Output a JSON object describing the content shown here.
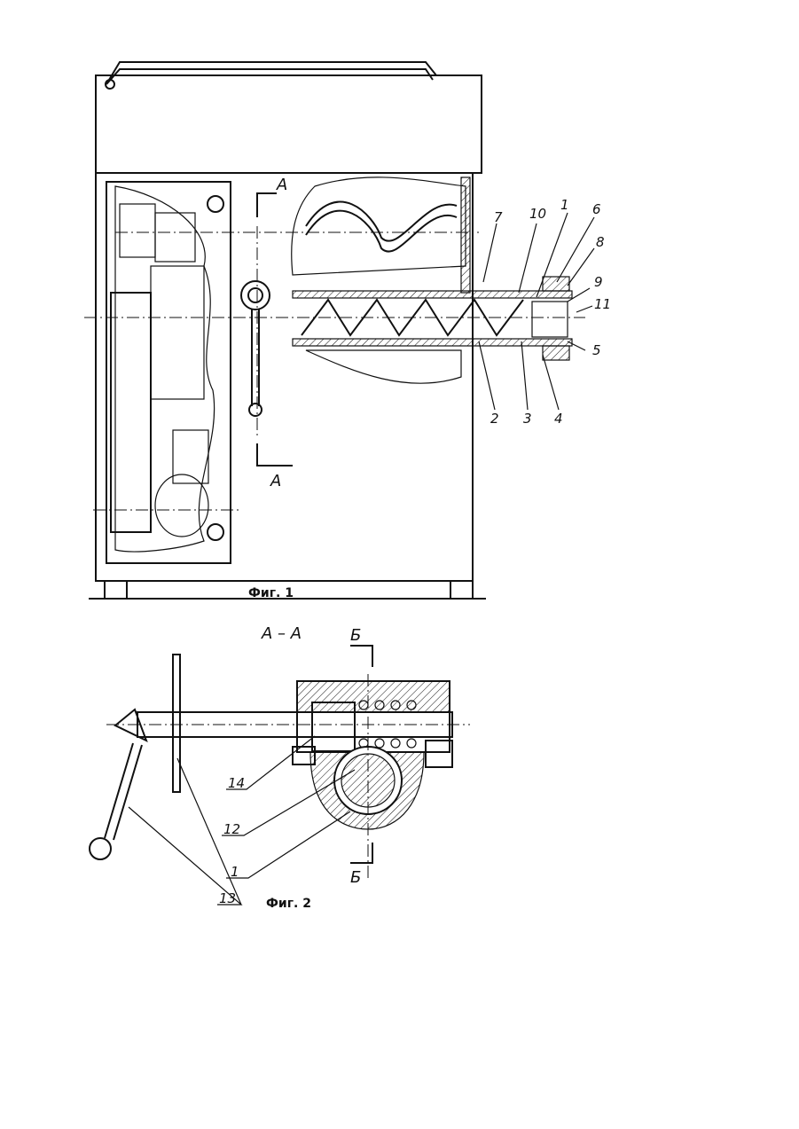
{
  "figure1": {
    "caption": "Фиг. 1",
    "section_mark": "А",
    "labels": [
      "1",
      "2",
      "3",
      "4",
      "5",
      "6",
      "7",
      "8",
      "9",
      "10",
      "11"
    ]
  },
  "figure2": {
    "caption": "Фиг. 2",
    "section_title": "А – А",
    "section_mark": "Б",
    "labels": [
      "1",
      "12",
      "13",
      "14"
    ]
  }
}
